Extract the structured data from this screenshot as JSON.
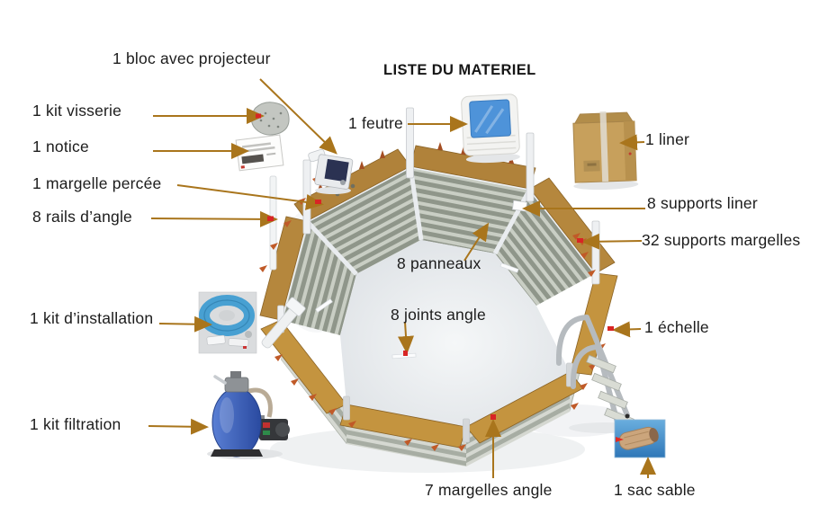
{
  "title": "LISTE DU MATERIEL",
  "labels": [
    {
      "id": "bloc-projecteur",
      "text": "1 bloc avec projecteur"
    },
    {
      "id": "kit-visserie",
      "text": "1 kit visserie"
    },
    {
      "id": "notice",
      "text": "1 notice"
    },
    {
      "id": "margelle-percee",
      "text": "1 margelle percée"
    },
    {
      "id": "rails-angle",
      "text": "8 rails d’angle"
    },
    {
      "id": "kit-installation",
      "text": "1 kit d’installation"
    },
    {
      "id": "kit-filtration",
      "text": "1 kit filtration"
    },
    {
      "id": "feutre",
      "text": "1 feutre"
    },
    {
      "id": "liner",
      "text": "1 liner"
    },
    {
      "id": "supports-liner",
      "text": "8 supports liner"
    },
    {
      "id": "supports-margelles",
      "text": "32 supports margelles"
    },
    {
      "id": "panneaux",
      "text": "8 panneaux"
    },
    {
      "id": "joints-angle",
      "text": "8 joints angle"
    },
    {
      "id": "echelle",
      "text": "1 échelle"
    },
    {
      "id": "margelles-angle",
      "text": "7 margelles angle"
    },
    {
      "id": "sac-sable",
      "text": "1 sac sable"
    }
  ],
  "colors": {
    "arrow": "#a9751c",
    "accent_red": "#d82525",
    "text": "#1c1c1c",
    "wood": "#b0823a",
    "wood_light": "#c4943f",
    "panel_dark": "#8f968a",
    "panel_light": "#c9cec4",
    "clip_orange": "#c05a28",
    "floor": "#e7eaee",
    "background": "#ffffff"
  }
}
